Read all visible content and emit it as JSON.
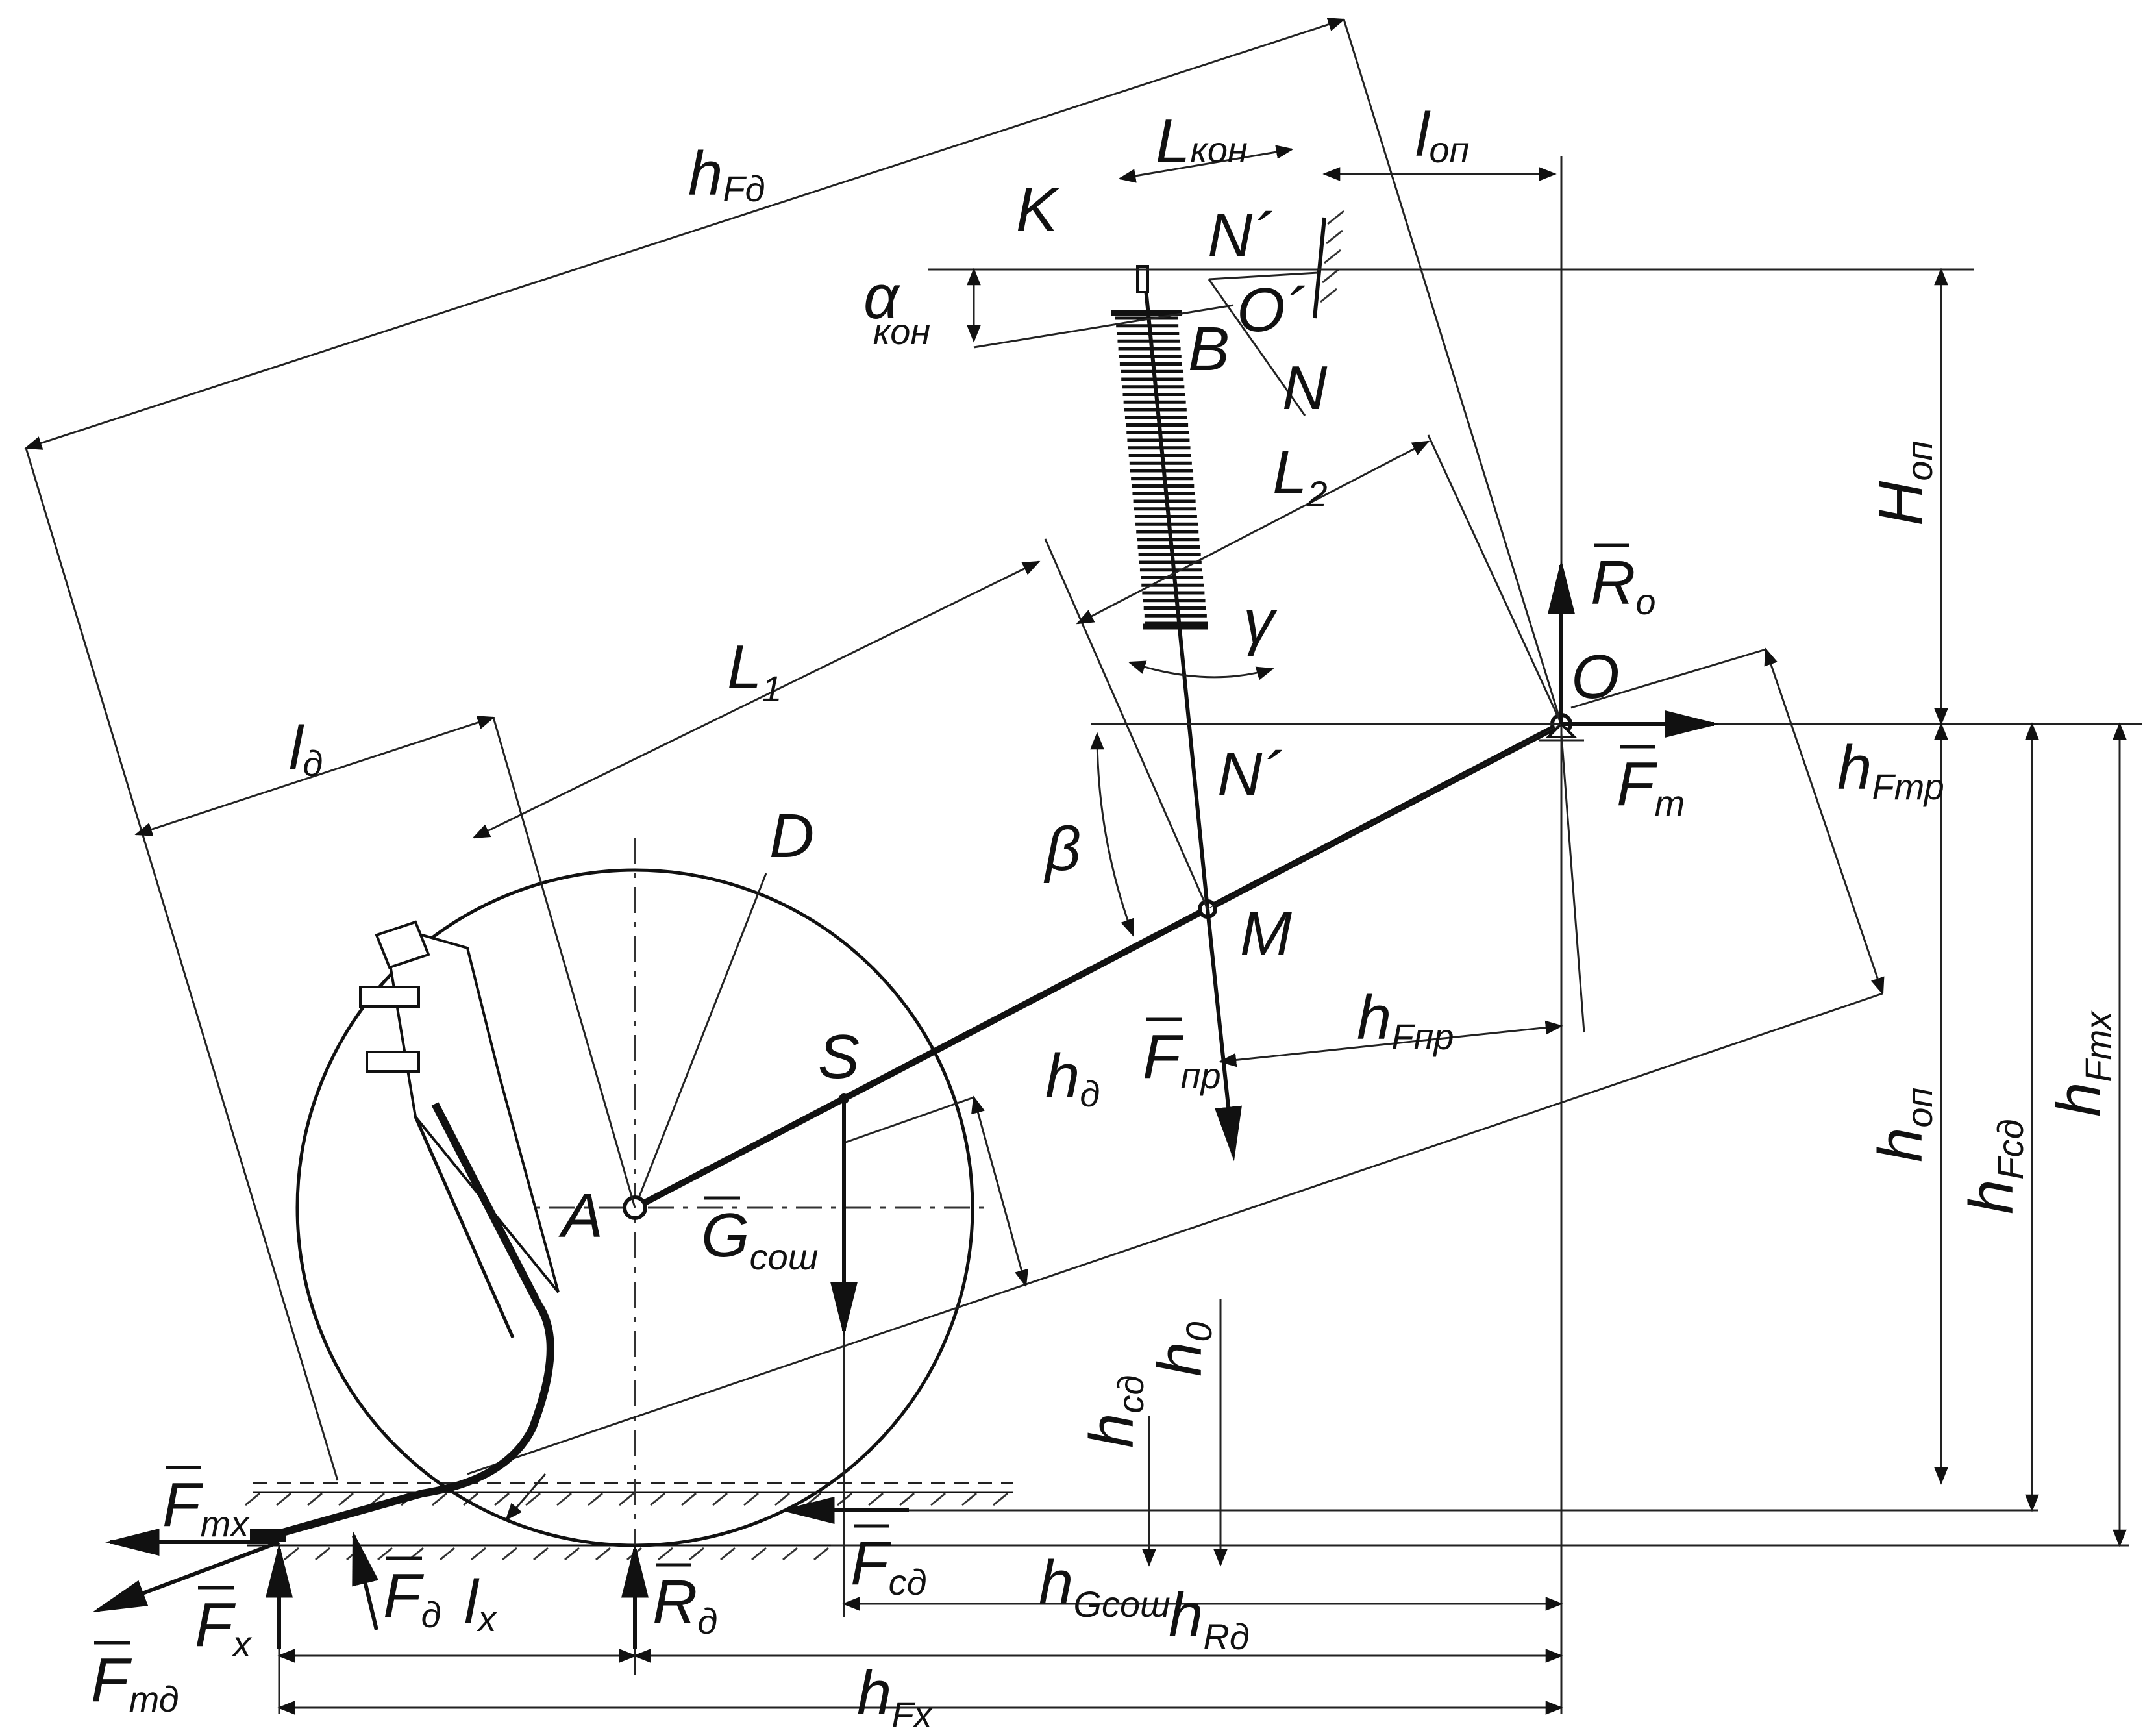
{
  "labels": {
    "O": "O",
    "A": "A",
    "M": "M",
    "S": "S",
    "D": "D",
    "K": "K",
    "B": "B",
    "N": "N",
    "N_prime_top": "N´",
    "N_prime_mid": "N´",
    "O_prime": "O´",
    "gamma": "γ",
    "beta": "β",
    "L1": "L",
    "L1_sub": "1",
    "L2": "L",
    "L2_sub": "2",
    "L_kon": "L",
    "L_kon_sub": "кон",
    "alpha_kon": "α",
    "alpha_kon_sub": "кон",
    "l_op": "l",
    "l_op_sub": "оп",
    "l_d": "l",
    "l_d_sub": "д",
    "l_x": "l",
    "l_x_sub": "x",
    "H_op": "H",
    "H_op_sub": "оп",
    "h_op": "h",
    "h_op_sub": "оп",
    "h_0": "h",
    "h_0_sub": "0",
    "h_d": "h",
    "h_d_sub": "д",
    "h_sd": "h",
    "h_sd_sub": "сд",
    "h_Fd": "h",
    "h_Fd_sub": "Fд",
    "h_Ftr": "h",
    "h_Ftr_sub": "Fтр",
    "h_Fpr": "h",
    "h_Fpr_sub": "Fпр",
    "h_Fsd": "h",
    "h_Fsd_sub": "Fсд",
    "h_Ftx": "h",
    "h_Ftx_sub": "Fтх",
    "h_Fx": "h",
    "h_Fx_sub": "Fx",
    "h_Gsosh": "h",
    "h_Gsosh_sub": "Gсош",
    "h_Rd": "h",
    "h_Rd_sub": "Rд",
    "R_o": "R",
    "R_o_sub": "o",
    "F_t": "F",
    "F_t_sub": "т",
    "F_pr": "F",
    "F_pr_sub": "пр",
    "G_sosh": "G",
    "G_sosh_sub": "сош",
    "F_sd": "F",
    "F_sd_sub": "сд",
    "F_tx": "F",
    "F_tx_sub": "тх",
    "F_td": "F",
    "F_td_sub": "тд",
    "F_x": "F",
    "F_x_sub": "x",
    "F_d": "F",
    "F_d_sub": "д",
    "R_d": "R",
    "R_d_sub": "д"
  }
}
